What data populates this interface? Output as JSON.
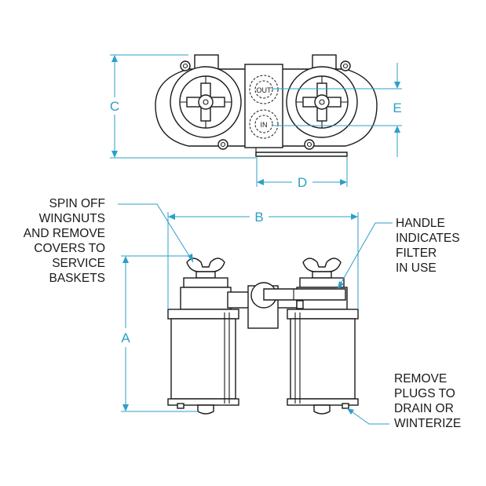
{
  "dimensions": {
    "a": "A",
    "b": "B",
    "c": "C",
    "d": "D",
    "e": "E"
  },
  "ports": {
    "out": "OUT",
    "in": "IN"
  },
  "notes": {
    "spin_off": [
      "SPIN OFF",
      "WINGNUTS",
      "AND REMOVE",
      "COVERS TO",
      "SERVICE",
      "BASKETS"
    ],
    "handle": [
      "HANDLE",
      "INDICATES",
      "FILTER",
      "IN USE"
    ],
    "plugs": [
      "REMOVE",
      "PLUGS TO",
      "DRAIN OR",
      "WINTERIZE"
    ]
  },
  "colors": {
    "dimension": "#2c9fc9",
    "line": "#1a1a1a"
  }
}
